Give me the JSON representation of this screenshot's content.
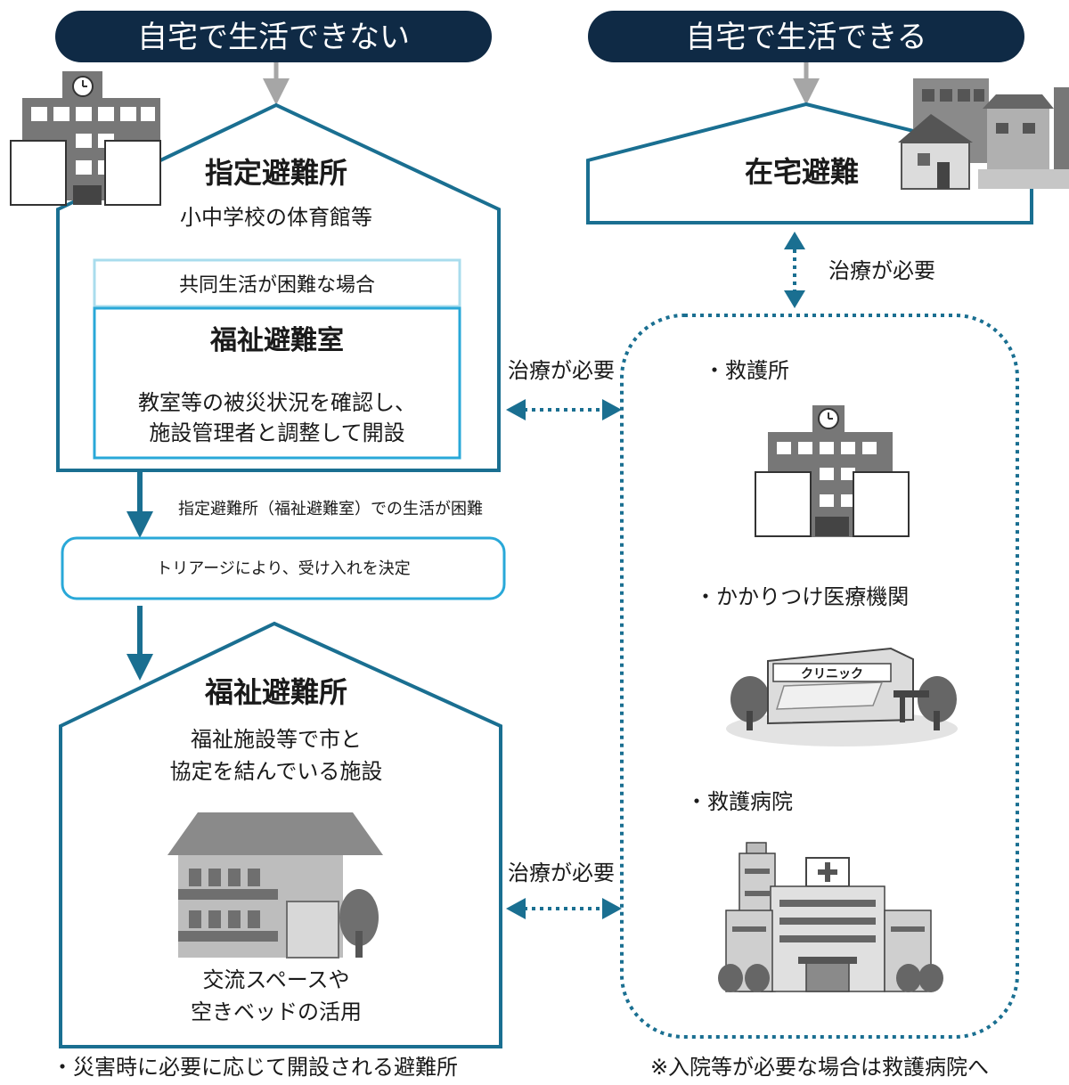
{
  "header": {
    "left_label": "自宅で生活できない",
    "right_label": "自宅で生活できる"
  },
  "shelter_designated": {
    "title": "指定避難所",
    "subtitle": "小中学校の体育館等",
    "condition_label": "共同生活が困難な場合",
    "welfare_room_title": "福祉避難室",
    "welfare_room_line1": "教室等の被災状況を確認し、",
    "welfare_room_line2": "施設管理者と調整して開設"
  },
  "transition": {
    "difficulty_label": "指定避難所（福祉避難室）での生活が困難",
    "triage_label": "トリアージにより、受け入れを決定"
  },
  "welfare_shelter": {
    "title": "福祉避難所",
    "line1": "福祉施設等で市と",
    "line2": "協定を結んでいる施設",
    "bottom_line1": "交流スペースや",
    "bottom_line2": "空きベッドの活用",
    "footnote": "・災害時に必要に応じて開設される避難所"
  },
  "home_evacuation": {
    "title": "在宅避難"
  },
  "medical": {
    "treatment_label_top": "治療が必要",
    "treatment_label_mid": "治療が必要",
    "treatment_label_low": "治療が必要",
    "item1": "・救護所",
    "item2": "・かかりつけ医療機関",
    "item3": "・救護病院",
    "clinic_sign": "クリニック",
    "footnote": "※入院等が必要な場合は救護病院へ"
  },
  "colors": {
    "navy": "#0f2a45",
    "teal": "#1a6f91",
    "cyan": "#29a8d8",
    "light_cyan": "#a9dced",
    "gray_arrow": "#a6a6a6",
    "icon_gray": "#777777"
  }
}
